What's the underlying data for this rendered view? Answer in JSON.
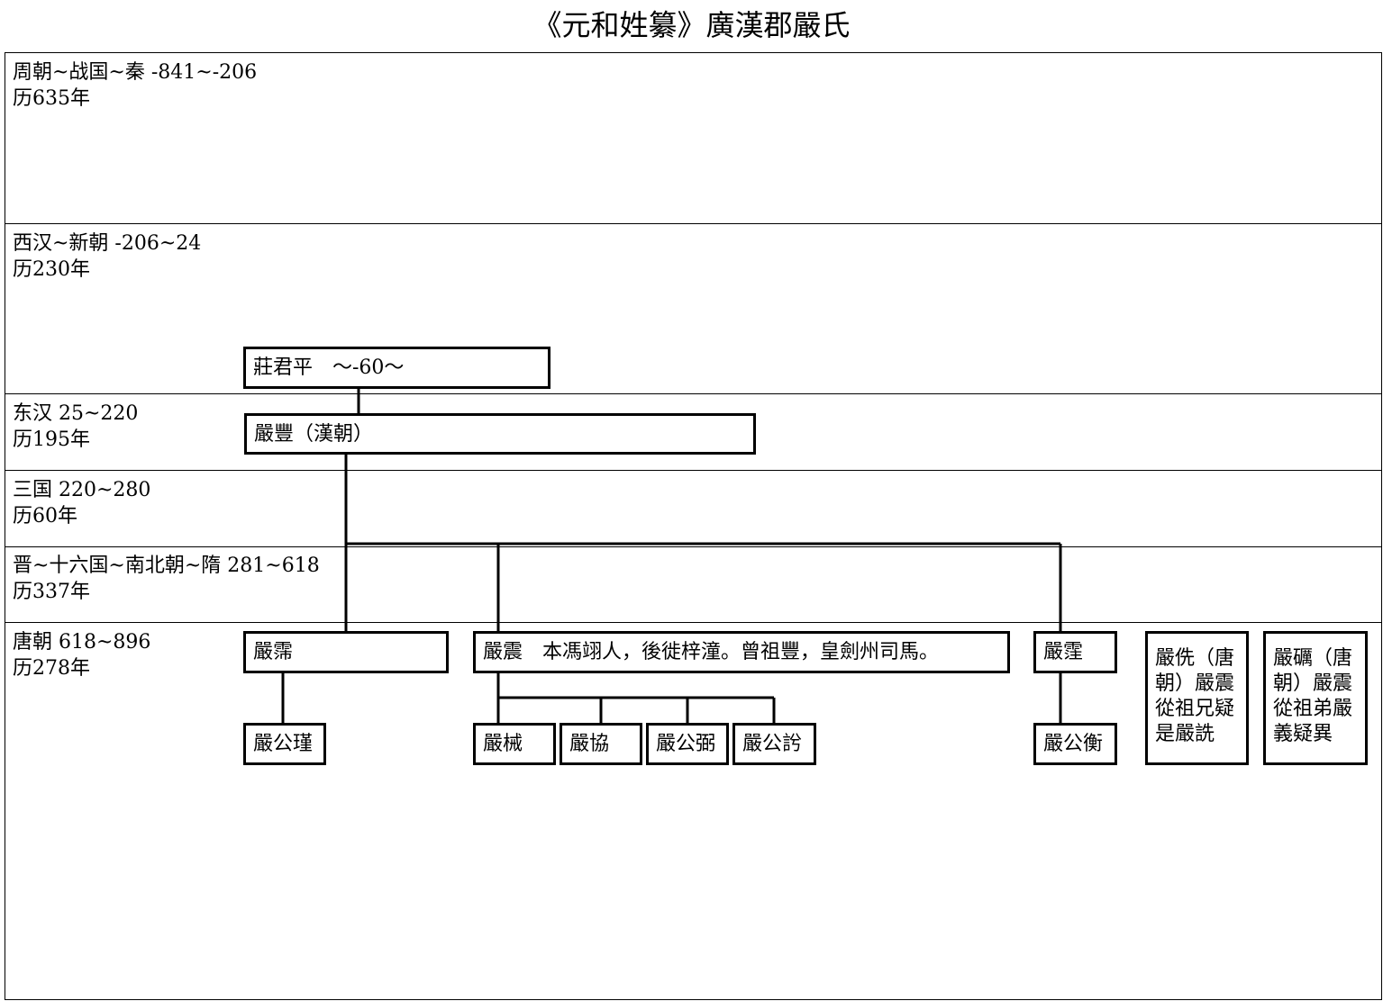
{
  "title": "《元和姓纂》廣漢郡嚴氏",
  "eras": [
    {
      "name": "周朝~战国~秦 -841~-206",
      "span": "历635年"
    },
    {
      "name": "西汉~新朝 -206~24",
      "span": "历230年"
    },
    {
      "name": "东汉 25~220",
      "span": "历195年"
    },
    {
      "name": "三国 220~280",
      "span": "历60年"
    },
    {
      "name": "晋~十六国~南北朝~隋 281~618",
      "span": "历337年"
    },
    {
      "name": "唐朝 618~896",
      "span": "历278年"
    }
  ],
  "persons": {
    "zhuang_junping": "莊君平　～-60～",
    "yan_feng": "嚴豐（漢朝）",
    "yan_pei": "嚴霈",
    "yan_zhen": "嚴震　本馮翊人，後徙梓潼。曾祖豐，皇劍州司馬。",
    "yan_zhu": "嚴霔",
    "yan_shen": "嚴侁（唐朝）嚴震從祖兄疑是嚴詵",
    "yan_li": "嚴礪（唐朝）嚴震從祖弟嚴義疑異",
    "yan_gongjin": "嚴公瑾",
    "yan_xie1": "嚴械",
    "yan_xie2": "嚴協",
    "yan_gongbi": "嚴公弼",
    "yan_gongni": "嚴公䚷",
    "yan_gongheng": "嚴公衡"
  }
}
